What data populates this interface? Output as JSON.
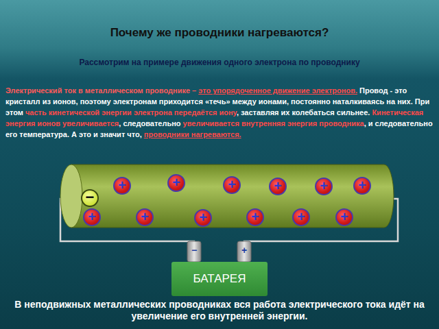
{
  "diagram": {
    "title": "Почему же проводники нагреваются?",
    "caption": "В неподвижных металлических проводниках вся работа электрического тока идёт на увеличение его внутренней энергии.",
    "nodes": [
      {
        "text": [
          "−"
        ]
      },
      {
        "text": [
          "+"
        ]
      },
      {
        "text": [
          "+"
        ]
      },
      {
        "text": [
          "+"
        ]
      },
      {
        "text": [
          "+"
        ]
      },
      {
        "text": [
          "+"
        ]
      },
      {
        "text": [
          "+"
        ]
      },
      {
        "text": [
          "+"
        ]
      },
      {
        "text": [
          "+"
        ]
      },
      {
        "text": [
          "+"
        ]
      },
      {
        "text": [
          "+"
        ]
      },
      {
        "text": [
          "+"
        ]
      },
      {
        "text": [
          "+"
        ]
      },
      {
        "text": [
          "БАТАРЕЯ"
        ]
      }
    ],
    "labels": [
      "Рассмотрим на примере движения одного электрона по проводнику",
      "Электрический ток в металлическом проводнике –",
      "это упорядоченное движение электронов.",
      "Провод - это кристалл из ионов, поэтому электронам приходится «течь» между ионами, постоянно наталкиваясь на них. При этом",
      "часть кинетической энергии электрона передаётся иону",
      ", заставляя их колебаться сильнее.",
      "Кинетическая энергия ионов увеличивается",
      ", следовательно",
      "увеличивается внутренняя энергия проводника",
      ", и следовательно его температура. А это и значит что,",
      "проводники нагреваются.",
      "−",
      "+"
    ]
  }
}
